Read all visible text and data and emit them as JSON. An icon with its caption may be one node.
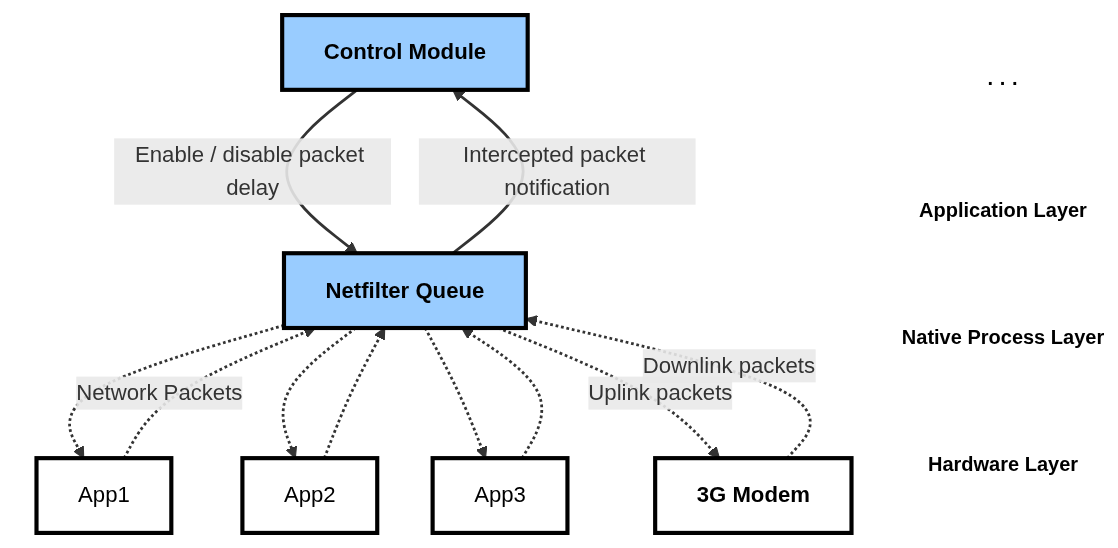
{
  "diagram": {
    "nodes": [
      {
        "text": [
          "Control Module"
        ]
      },
      {
        "text": [
          "App1"
        ]
      },
      {
        "text": [
          "App2"
        ]
      },
      {
        "text": [
          "App3"
        ]
      },
      {
        "text": [
          "Netfilter Queue"
        ]
      },
      {
        "text": [
          "3G Modem"
        ]
      }
    ],
    "edges": [
      {
        "from": 1,
        "to": 4,
        "arrow": "to",
        "style": "dashed",
        "label": "Network Packets"
      },
      {
        "from": 4,
        "to": 1,
        "arrow": "to",
        "style": "dashed"
      },
      {
        "from": 2,
        "to": 4,
        "arrow": "to",
        "style": "dashed"
      },
      {
        "from": 4,
        "to": 2,
        "arrow": "to",
        "style": "dashed"
      },
      {
        "from": 3,
        "to": 4,
        "arrow": "to",
        "style": "dashed"
      },
      {
        "from": 4,
        "to": 3,
        "arrow": "to",
        "style": "dashed"
      },
      {
        "from": 0,
        "to": 4,
        "arrow": "to",
        "label": "Enable / disable packet delay"
      },
      {
        "from": 4,
        "to": 0,
        "arrow": "to",
        "label": "Intercepted packet notification"
      },
      {
        "from": 4,
        "to": 5,
        "arrow": "to",
        "style": "dashed",
        "label": "Uplink packets"
      },
      {
        "from": 5,
        "to": 4,
        "arrow": "to",
        "style": "dashed",
        "label": "Downlink packets"
      }
    ],
    "labels": [
      "· · ·",
      "Application Layer",
      "Native Process Layer",
      "Hardware Layer"
    ]
  }
}
